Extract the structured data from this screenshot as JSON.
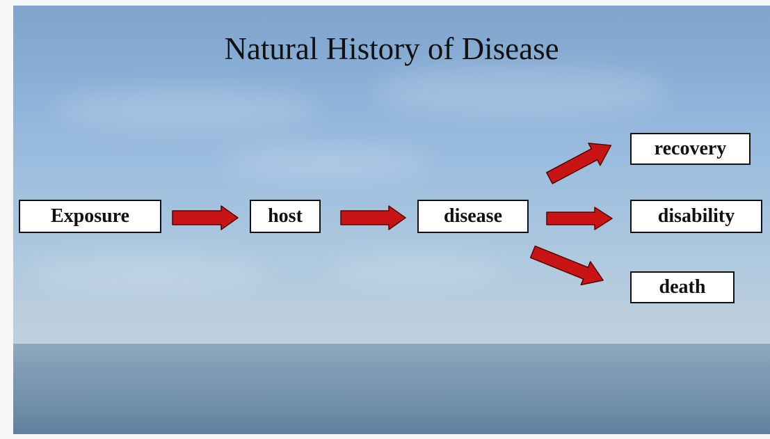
{
  "title": "Natural History of Disease",
  "nodes": {
    "exposure": "Exposure",
    "host": "host",
    "disease": "disease",
    "recovery": "recovery",
    "disability": "disability",
    "death": "death"
  },
  "edges": [
    {
      "from": "Exposure",
      "to": "host"
    },
    {
      "from": "host",
      "to": "disease"
    },
    {
      "from": "disease",
      "to": "recovery"
    },
    {
      "from": "disease",
      "to": "disability"
    },
    {
      "from": "disease",
      "to": "death"
    }
  ],
  "colors": {
    "arrow_fill": "#c81414",
    "arrow_stroke": "#5a0000",
    "box_fill": "#ffffff",
    "box_border": "#111111"
  }
}
